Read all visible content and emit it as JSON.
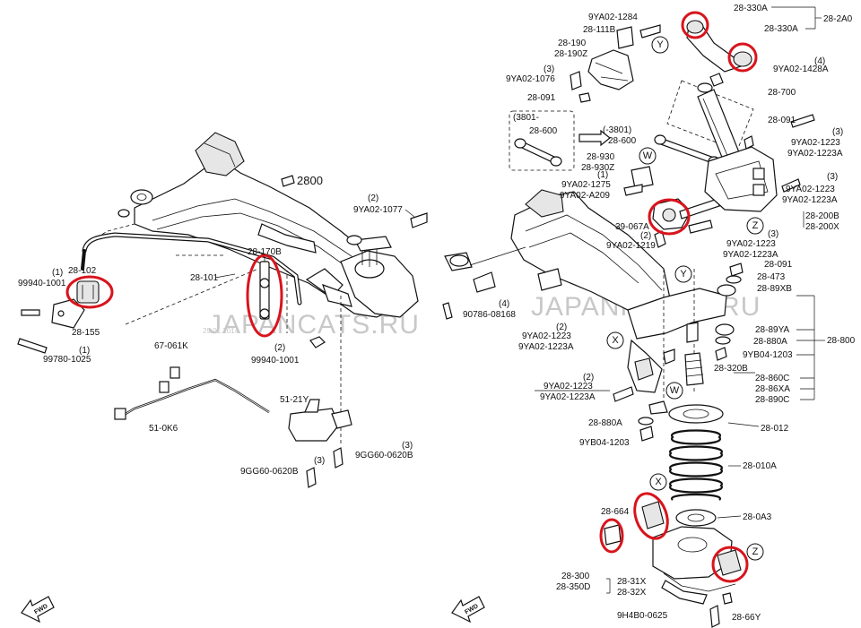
{
  "watermark": {
    "left": "JAPANCATS.RU",
    "right": "JAPANPARTS.RU",
    "date": "29.01.2014"
  },
  "fwd_label": "FWD",
  "left_diagram": {
    "labels": {
      "l2800": "2800",
      "l9ya02_1077": "9YA02-1077",
      "l9ya02_1077_q": "(2)",
      "l28_170b": "28-170B",
      "l28_101": "28-101",
      "l28_102": "28-102",
      "l99940_1001a": "99940-1001",
      "l99940_1001a_q": "(1)",
      "l28_155": "28-155",
      "l99780_1025": "99780-1025",
      "l99780_1025_q": "(1)",
      "l67_061k": "67-061K",
      "l99940_1001b": "99940-1001",
      "l99940_1001b_q": "(2)",
      "l51_21y": "51-21Y",
      "l51_0k6": "51-0K6",
      "l9gg60_0620b_r": "9GG60-0620B",
      "l9gg60_0620b_r_q": "(3)",
      "l9gg60_0620b_l": "9GG60-0620B",
      "l9gg60_0620b_l_q": "(3)"
    }
  },
  "right_diagram": {
    "labels": {
      "l9ya02_1284": "9YA02-1284",
      "l28_111b": "28-111B",
      "l28_190": "28-190",
      "l28_190z": "28-190Z",
      "l9ya02_1076": "9YA02-1076",
      "l9ya02_1076_q": "(3)",
      "l28_091a": "28-091",
      "l28_330a_1": "28-330A",
      "l28_2a0": "28-2A0",
      "l28_330a_2": "28-330A",
      "l9ya02_1428a": "9YA02-1428A",
      "l9ya02_1428a_q": "(4)",
      "l28_700": "28-700",
      "l28_091b": "28-091",
      "l3801_box": "(3801-",
      "l28_600_box": "28-600",
      "l3801_arrow": "(-3801)",
      "l28_600": "28-600",
      "l28_930": "28-930",
      "l28_930z": "28-930Z",
      "l9ya02_1275": "9YA02-1275",
      "l9ya02_1275_q": "(1)",
      "l9ya02_a209": "9YA02-A209",
      "l9ya02_1223_a": "9YA02-1223",
      "l9ya02_1223a_a": "9YA02-1223A",
      "l9ya02_1223_a_q": "(3)",
      "l9ya02_1223_b": "9YA02-1223",
      "l9ya02_1223a_b": "9YA02-1223A",
      "l9ya02_1223_b_q": "(3)",
      "l28_200b": "28-200B",
      "l28_200x": "28-200X",
      "l39_067a": "39-067A",
      "l9ya02_1219": "9YA02-1219",
      "l9ya02_1219_q": "(2)",
      "l9ya02_1223_c": "9YA02-1223",
      "l9ya02_1223a_c": "9YA02-1223A",
      "l9ya02_1223_c_q": "(3)",
      "l28_091c": "28-091",
      "l28_473": "28-473",
      "l28_89xb": "28-89XB",
      "l90786_08168": "90786-08168",
      "l90786_08168_q": "(4)",
      "l9ya02_1223_d": "9YA02-1223",
      "l9ya02_1223a_d": "9YA02-1223A",
      "l9ya02_1223_d_q": "(2)",
      "l28_89ya": "28-89YA",
      "l28_880a_1": "28-880A",
      "l9yb04_1203_1": "9YB04-1203",
      "l28_800": "28-800",
      "l28_320b": "28-320B",
      "l28_860c": "28-860C",
      "l28_86xa": "28-86XA",
      "l28_890c": "28-890C",
      "l9ya02_1223_e": "9YA02-1223",
      "l9ya02_1223a_e": "9YA02-1223A",
      "l9ya02_1223_e_q": "(2)",
      "l28_880a_2": "28-880A",
      "l9yb04_1203_2": "9YB04-1203",
      "l28_012": "28-012",
      "l28_010a": "28-010A",
      "l28_664": "28-664",
      "l28_0a3": "28-0A3",
      "l28_300": "28-300",
      "l28_350d": "28-350D",
      "l28_31x": "28-31X",
      "l28_32x": "28-32X",
      "l9h4b0_0625": "9H4B0-0625",
      "l28_66y": "28-66Y"
    },
    "callouts": [
      "Y",
      "W",
      "Z",
      "Y",
      "X",
      "W",
      "X",
      "Z"
    ]
  },
  "highlight_color": "#d8141d"
}
